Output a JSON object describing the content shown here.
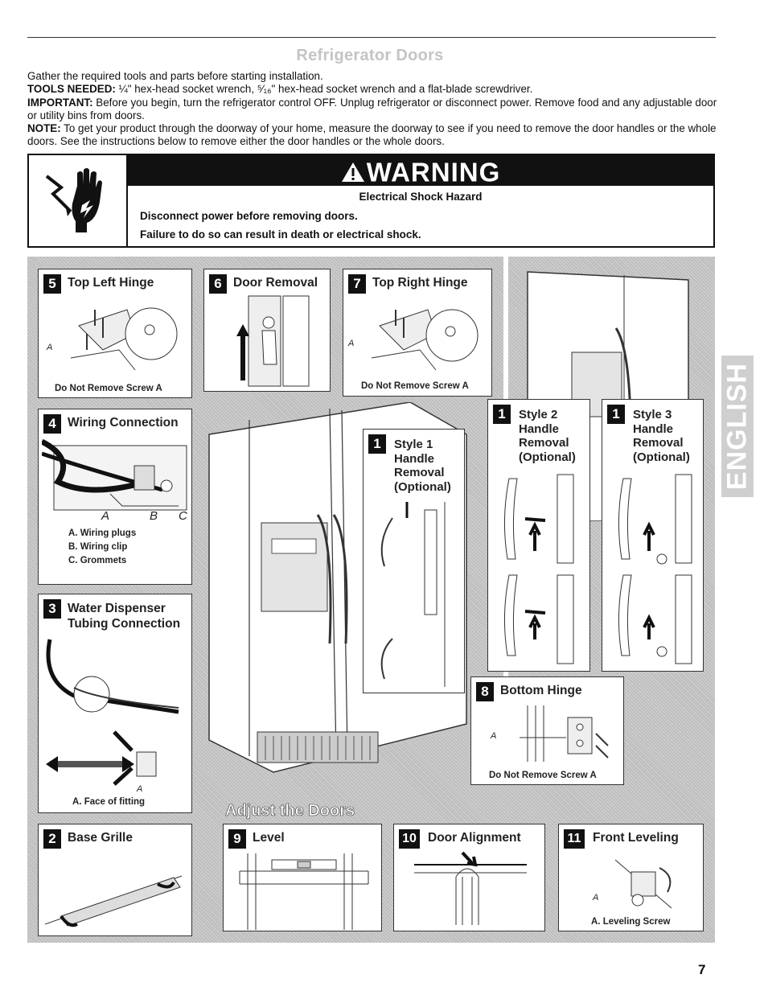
{
  "page": {
    "title": "Refrigerator Doors",
    "intro": "Gather the required tools and parts before starting installation.",
    "tools_label": "TOOLS NEEDED:",
    "tools_text": " ¼\" hex-head socket wrench, ⁵⁄₁₆\" hex-head socket wrench and a flat-blade screwdriver.",
    "important_label": "IMPORTANT:",
    "important_text": " Before you begin, turn the refrigerator control OFF. Unplug refrigerator or disconnect power. Remove food and any adjustable door or utility bins from doors.",
    "note_label": "NOTE:",
    "note_text": " To get your product through the doorway of your home, measure the doorway to see if you need to remove the door handles or the whole doors. See the instructions below to remove either the door handles or the whole doors.",
    "page_number": "7",
    "side_tab": "ENGLISH"
  },
  "warning": {
    "heading": "WARNING",
    "hazard": "Electrical Shock Hazard",
    "line1": "Disconnect power before removing doors.",
    "line2": "Failure to do so can result in death or electrical shock."
  },
  "steps": {
    "top_left_hinge": {
      "num": "5",
      "title": "Top Left Hinge",
      "caption": "Do Not Remove Screw A",
      "label": "A"
    },
    "door_removal": {
      "num": "6",
      "title": "Door Removal"
    },
    "top_right_hinge": {
      "num": "7",
      "title": "Top Right Hinge",
      "caption": "Do Not Remove Screw A",
      "label": "A"
    },
    "wiring": {
      "num": "4",
      "title": "Wiring Connection",
      "letters": [
        "A",
        "B",
        "C"
      ],
      "legend": [
        "A. Wiring plugs",
        "B. Wiring clip",
        "C. Grommets"
      ]
    },
    "water": {
      "num": "3",
      "title_1": "Water Dispenser",
      "title_2": "Tubing Connection",
      "label": "A",
      "caption": "A. Face of fitting"
    },
    "base_grille": {
      "num": "2",
      "title": "Base Grille"
    },
    "style1": {
      "num": "1",
      "lines": [
        "Style 1",
        "Handle",
        "Removal",
        "(Optional)"
      ]
    },
    "style2": {
      "num": "1",
      "lines": [
        "Style 2",
        "Handle",
        "Removal",
        "(Optional)"
      ]
    },
    "style3": {
      "num": "1",
      "lines": [
        "Style 3",
        "Handle",
        "Removal",
        "(Optional)"
      ]
    },
    "bottom_hinge": {
      "num": "8",
      "title": "Bottom Hinge",
      "caption": "Do Not Remove Screw A",
      "label": "A"
    },
    "adjust_header": "Adjust the Doors",
    "level": {
      "num": "9",
      "title": "Level"
    },
    "door_alignment": {
      "num": "10",
      "title": "Door Alignment"
    },
    "front_leveling": {
      "num": "11",
      "title": "Front Leveling",
      "label": "A",
      "caption": "A. Leveling Screw"
    }
  }
}
